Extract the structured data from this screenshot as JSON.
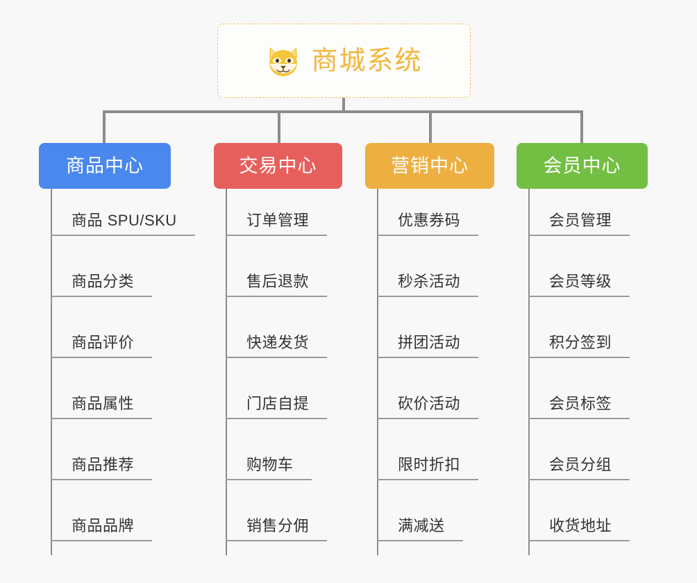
{
  "diagram": {
    "type": "org-chart",
    "background_color": "#f8f8f8",
    "root": {
      "title": "商城系统",
      "icon": "shiba-dog-icon",
      "text_color": "#f2b73f",
      "border_style": "dashed",
      "border_color": "#f0c063"
    },
    "connector_color": "#8c8c8c",
    "categories": [
      {
        "label": "商品中心",
        "color": "#4a88ee",
        "items": [
          "商品 SPU/SKU",
          "商品分类",
          "商品评价",
          "商品属性",
          "商品推荐",
          "商品品牌"
        ]
      },
      {
        "label": "交易中心",
        "color": "#e75f5c",
        "items": [
          "订单管理",
          "售后退款",
          "快递发货",
          "门店自提",
          "购物车",
          "销售分佣"
        ]
      },
      {
        "label": "营销中心",
        "color": "#eeaf41",
        "items": [
          "优惠券码",
          "秒杀活动",
          "拼团活动",
          "砍价活动",
          "限时折扣",
          "满减送"
        ]
      },
      {
        "label": "会员中心",
        "color": "#73bf43",
        "items": [
          "会员管理",
          "会员等级",
          "积分签到",
          "会员标签",
          "会员分组",
          "收货地址"
        ]
      }
    ]
  }
}
